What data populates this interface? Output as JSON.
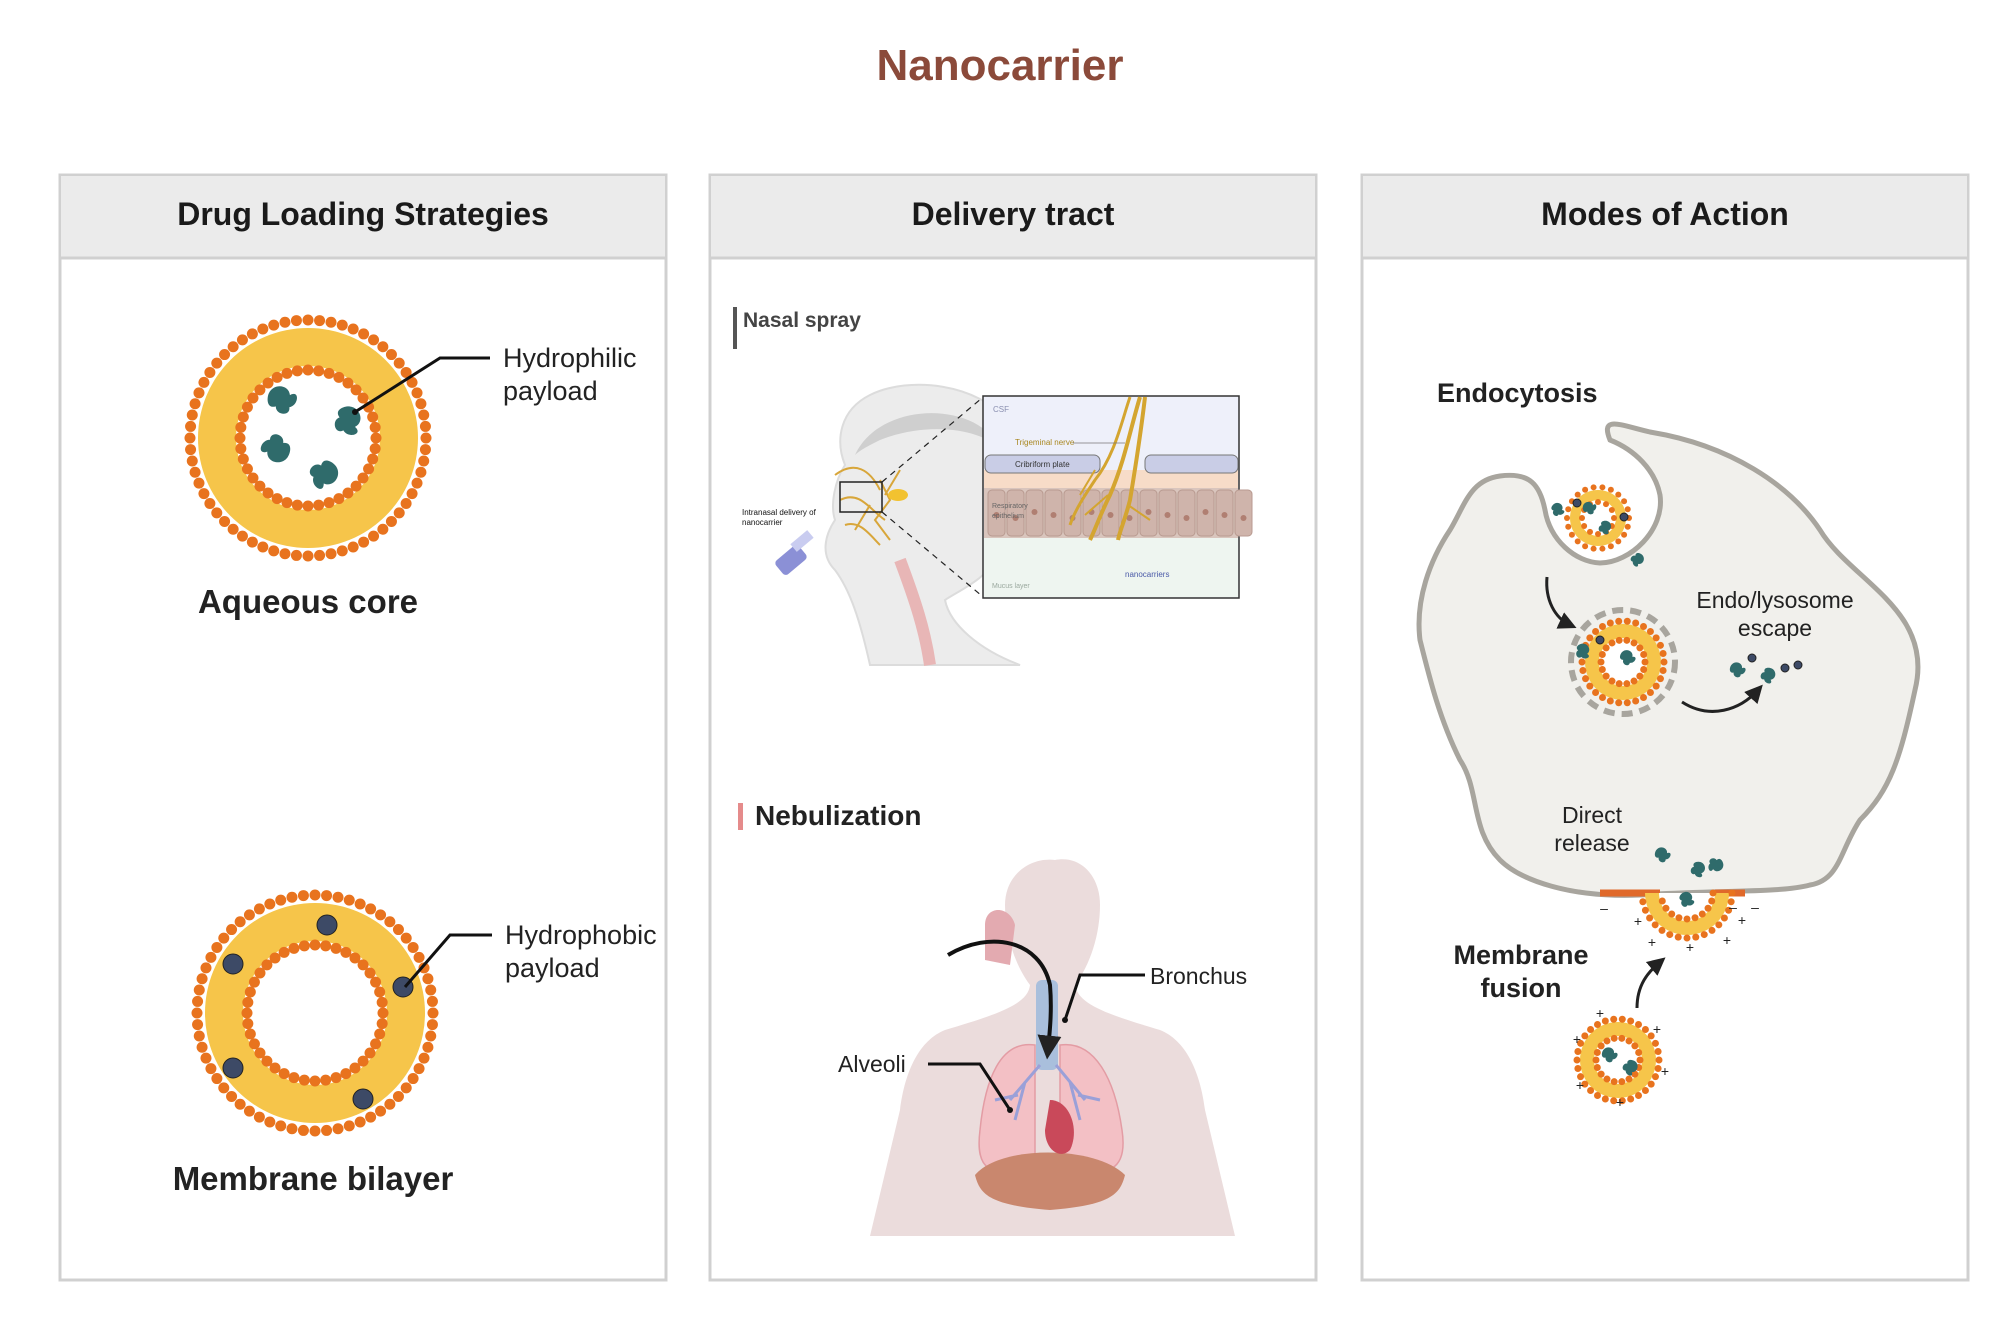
{
  "title": "Nanocarrier",
  "colors": {
    "title": "#8b4a3a",
    "panel_border": "#d0d0d0",
    "panel_header": "#ebebeb",
    "lipid_head": "#e8731e",
    "lipid_tail": "#f6c54a",
    "payload_hydrophilic": "#2f6b6b",
    "payload_hydrophobic": "#3d4a66",
    "cell_fill": "#f1f0ec",
    "cell_border": "#a8a59e",
    "nebulization_marker": "#e58b8b",
    "nasal_marker": "#555555"
  },
  "panels": {
    "loading": {
      "header": "Drug Loading Strategies",
      "aqueous_core": {
        "label": "Aqueous core",
        "callout": [
          "Hydrophilic",
          "payload"
        ]
      },
      "membrane_bilayer": {
        "label": "Membrane bilayer",
        "callout": [
          "Hydrophobic",
          "payload"
        ]
      }
    },
    "delivery": {
      "header": "Delivery tract",
      "nasal": {
        "heading": "Nasal spray",
        "device_label": [
          "Intranasal delivery of",
          "nanocarrier"
        ],
        "inset": {
          "csf": "CSF",
          "nerve": "Trigeminal nerve",
          "plate": "Cribriform plate",
          "epithelium": [
            "Respiratory",
            "epithelium"
          ],
          "mucus": "Mucus layer",
          "nanocarriers": "nanocarriers"
        }
      },
      "nebulization": {
        "heading": "Nebulization",
        "bronchus": "Bronchus",
        "alveoli": "Alveoli"
      }
    },
    "action": {
      "header": "Modes of Action",
      "endocytosis": "Endocytosis",
      "escape": [
        "Endo/lysosome",
        "escape"
      ],
      "direct_release": [
        "Direct",
        "release"
      ],
      "membrane_fusion": [
        "Membrane",
        "fusion"
      ]
    }
  }
}
